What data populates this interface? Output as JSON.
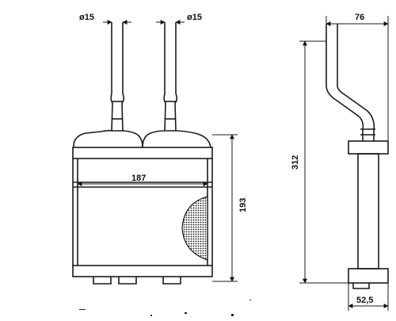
{
  "dimensions": {
    "front_pipe_left_diameter": "ø15",
    "front_pipe_right_diameter": "ø15",
    "core_width": "187",
    "core_height": "193",
    "side_pipe_offset": "76",
    "overall_height": "312",
    "side_depth": "52,5"
  },
  "colors": {
    "line": "#1a1a1a",
    "background": "#ffffff"
  }
}
